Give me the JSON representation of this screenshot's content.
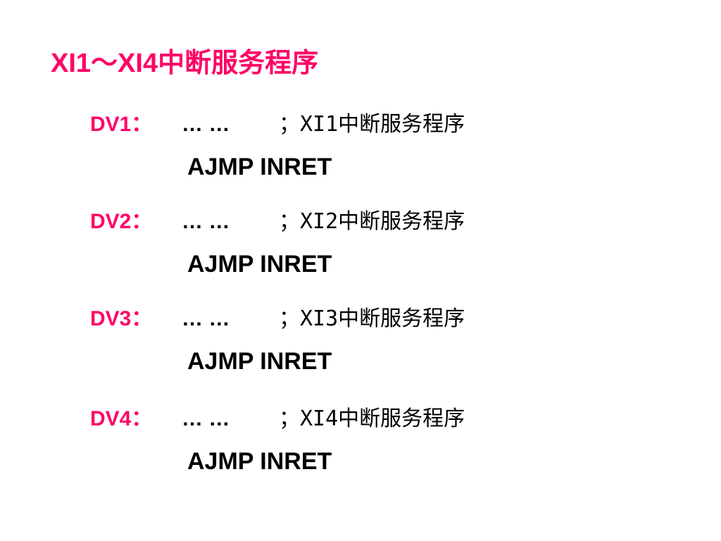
{
  "colors": {
    "accent": "#ff0066",
    "text": "#000000",
    "background": "#ffffff"
  },
  "title": "XI1～XI4中断服务程序",
  "entries": [
    {
      "label": "DV1：",
      "ellipsis": "… …",
      "comment": "；XI1中断服务程序",
      "instruction": "AJMP INRET"
    },
    {
      "label": "DV2：",
      "ellipsis": "… …",
      "comment": "；XI2中断服务程序",
      "instruction": "AJMP INRET"
    },
    {
      "label": "DV3：",
      "ellipsis": "… …",
      "comment": "；XI3中断服务程序",
      "instruction": "AJMP INRET"
    },
    {
      "label": "DV4：",
      "ellipsis": "… …",
      "comment": "；XI4中断服务程序",
      "instruction": "AJMP INRET"
    }
  ]
}
